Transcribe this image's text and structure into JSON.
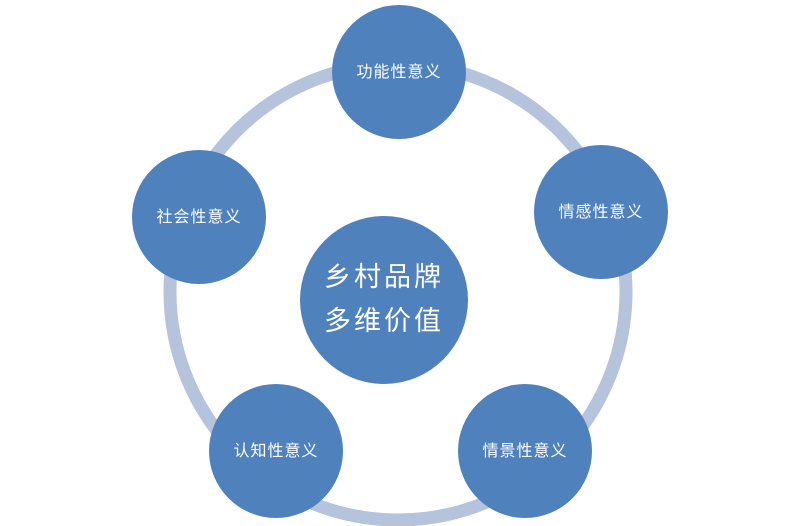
{
  "center": {
    "line1": "乡村品牌",
    "line2": "多维价值"
  },
  "nodes": [
    {
      "label": "功能性意义"
    },
    {
      "label": "情感性意义"
    },
    {
      "label": "情景性意义"
    },
    {
      "label": "认知性意义"
    },
    {
      "label": "社会性意义"
    }
  ],
  "colors": {
    "node_fill": "#4f81bd",
    "ring": "#b5c3dc",
    "text": "#ffffff"
  }
}
